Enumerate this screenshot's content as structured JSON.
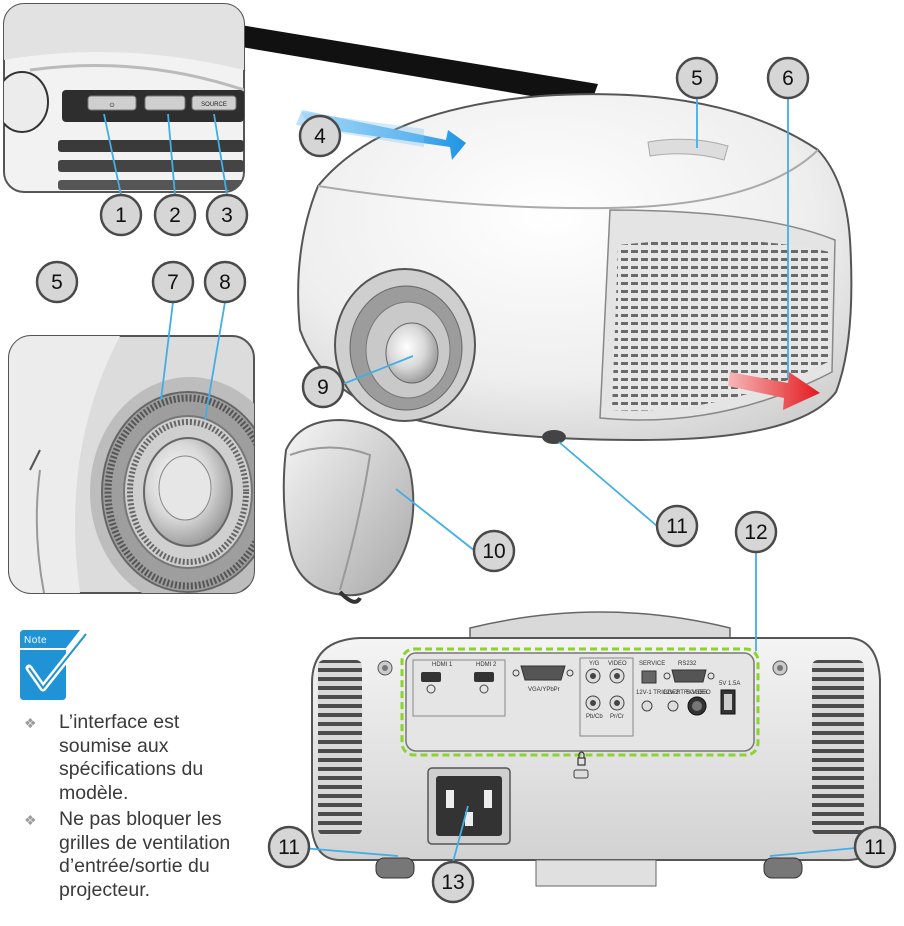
{
  "note": {
    "badge_label": "Note",
    "items": [
      "L’interface est soumise aux spécifications du modèle.",
      "Ne pas bloquer les grilles de ventilation d’entrée/sortie du projecteur."
    ]
  },
  "callouts": {
    "c1": "1",
    "c2": "2",
    "c3": "3",
    "c4": "4",
    "c5a": "5",
    "c5b": "5",
    "c6": "6",
    "c7": "7",
    "c8": "8",
    "c9": "9",
    "c10": "10",
    "c11a": "11",
    "c11b": "11",
    "c11c": "11",
    "c12": "12",
    "c13": "13"
  },
  "ports": {
    "hdmi1": "HDMI 1",
    "hdmi2": "HDMI 2",
    "vga": "VGA/YPbPr",
    "yg": "Y/G",
    "video": "VIDEO",
    "service": "SERVICE",
    "rs232": "RS232",
    "pbcb": "Pb/Cb",
    "prcr": "Pr/Cr",
    "trig1": "12V-1 TRIGGER",
    "trig2": "12V-2 TRIGGER",
    "svideo": "S-VIDEO",
    "usb": "5V 1.5A"
  },
  "controls": {
    "power_glyph": "⏻",
    "source": "SOURCE"
  },
  "colors": {
    "callout_fill": "#d6d6d6",
    "callout_stroke": "#4a4a4a",
    "leader_line": "#42aee6",
    "airflow_in": "#3ea8ef",
    "airflow_out": "#e8262b",
    "io_highlight": "#8ad42c",
    "note_badge": "#1f93d6"
  },
  "icons": {
    "note": "checkmark-note-icon",
    "bullet": "diamond-bullet-icon",
    "lock": "kensington-lock-icon"
  }
}
